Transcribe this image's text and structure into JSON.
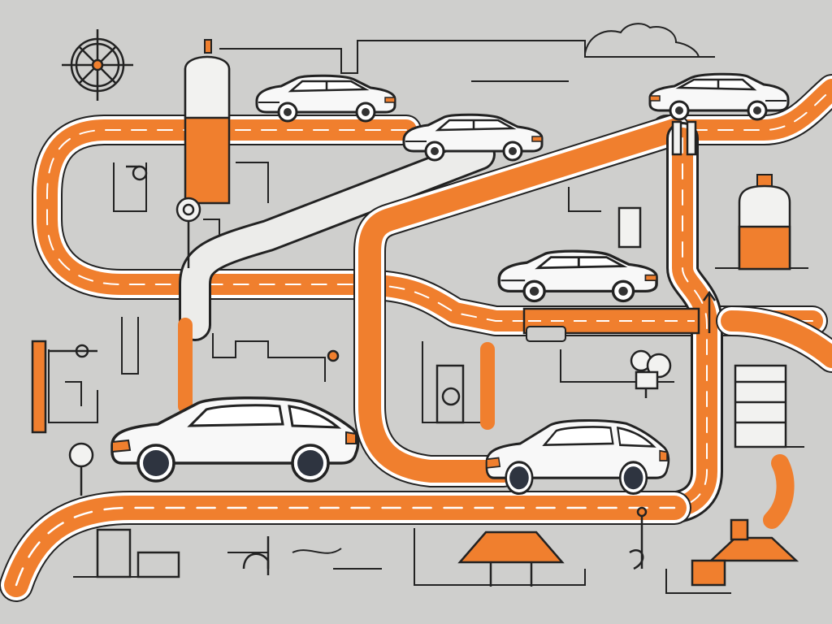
{
  "scene": {
    "background": "#cfcfcd",
    "road_color": "#f07f2e",
    "road_edge_color": "#ffffff",
    "line_color": "#222222",
    "car_body_color": "#f8f8f8",
    "car_outline_color": "#222222",
    "tire_color": "#333333",
    "accent_color": "#f07f2e"
  },
  "cars": [
    {
      "id": "car-top-left",
      "heading": "right"
    },
    {
      "id": "car-top-center",
      "heading": "right"
    },
    {
      "id": "car-top-right",
      "heading": "left"
    },
    {
      "id": "car-middle",
      "heading": "left"
    },
    {
      "id": "car-bottom-left",
      "heading": "left"
    },
    {
      "id": "car-bottom-right",
      "heading": "left"
    }
  ],
  "icons": [
    "wheel-icon",
    "cloud-icon",
    "fuel-tank-icon",
    "tower-icon",
    "signal-post-icon",
    "house-icon",
    "plant-icon",
    "gear-icon"
  ]
}
